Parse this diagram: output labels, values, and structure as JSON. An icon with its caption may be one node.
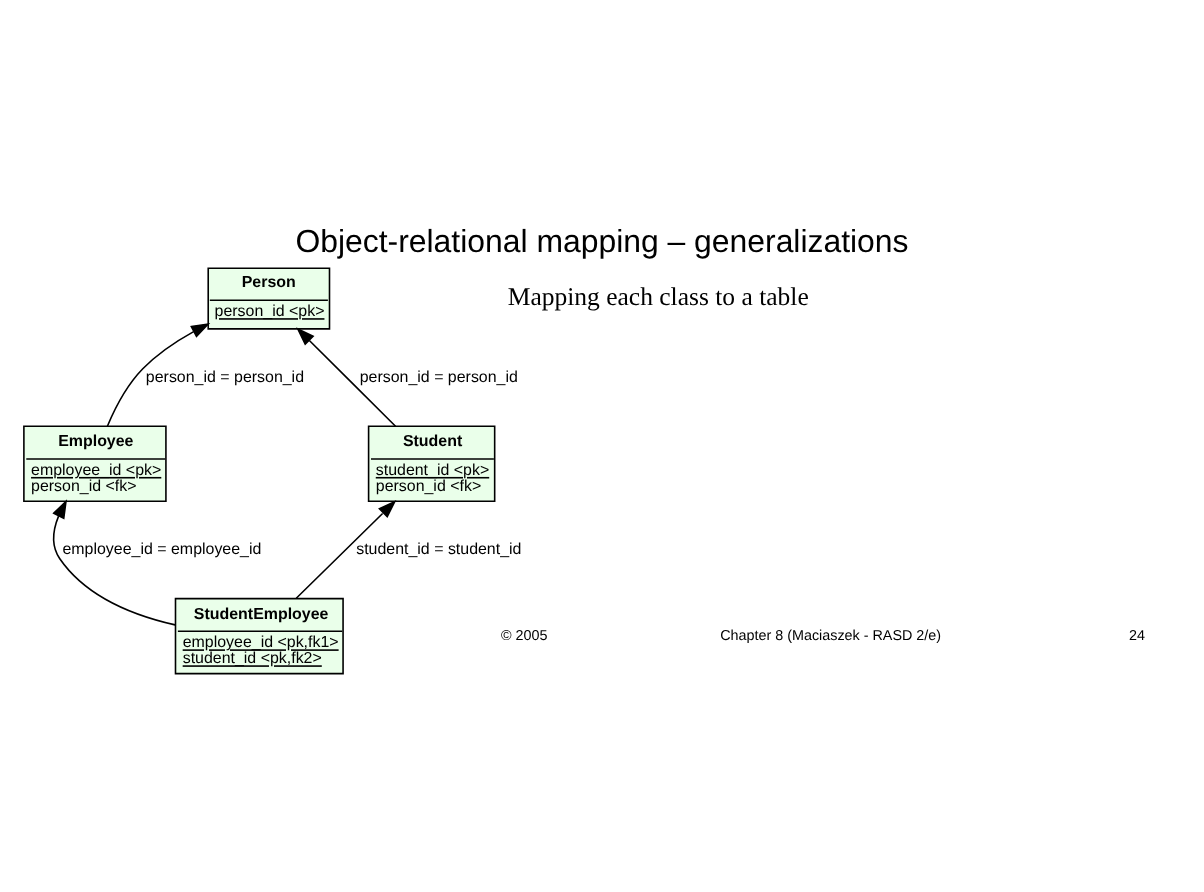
{
  "diagram": {
    "title": "Object-relational mapping – generalizations",
    "nodes": [
      {
        "text": [
          "Person",
          "person_id <pk>"
        ]
      },
      {
        "text": [
          "Employee",
          "employee_id <pk>",
          "person_id <fk>"
        ]
      },
      {
        "text": [
          "Student",
          "student_id <pk>",
          "person_id <fk>"
        ]
      },
      {
        "text": [
          "StudentEmployee",
          "employee_id <pk,fk1>",
          "student_id <pk,fk2>"
        ]
      }
    ],
    "edges": [
      {
        "from": 1,
        "to": 0,
        "arrow": "to",
        "label": "person_id = person_id"
      },
      {
        "from": 2,
        "to": 0,
        "arrow": "to",
        "label": "person_id = person_id"
      },
      {
        "from": 3,
        "to": 1,
        "arrow": "to",
        "label": "employee_id = employee_id"
      },
      {
        "from": 3,
        "to": 2,
        "arrow": "to",
        "label": "student_id = student_id"
      }
    ],
    "labels": [
      "Mapping each class to a table",
      "© 2005",
      "Chapter 8 (Maciaszek - RASD 2/e)",
      "24"
    ]
  }
}
